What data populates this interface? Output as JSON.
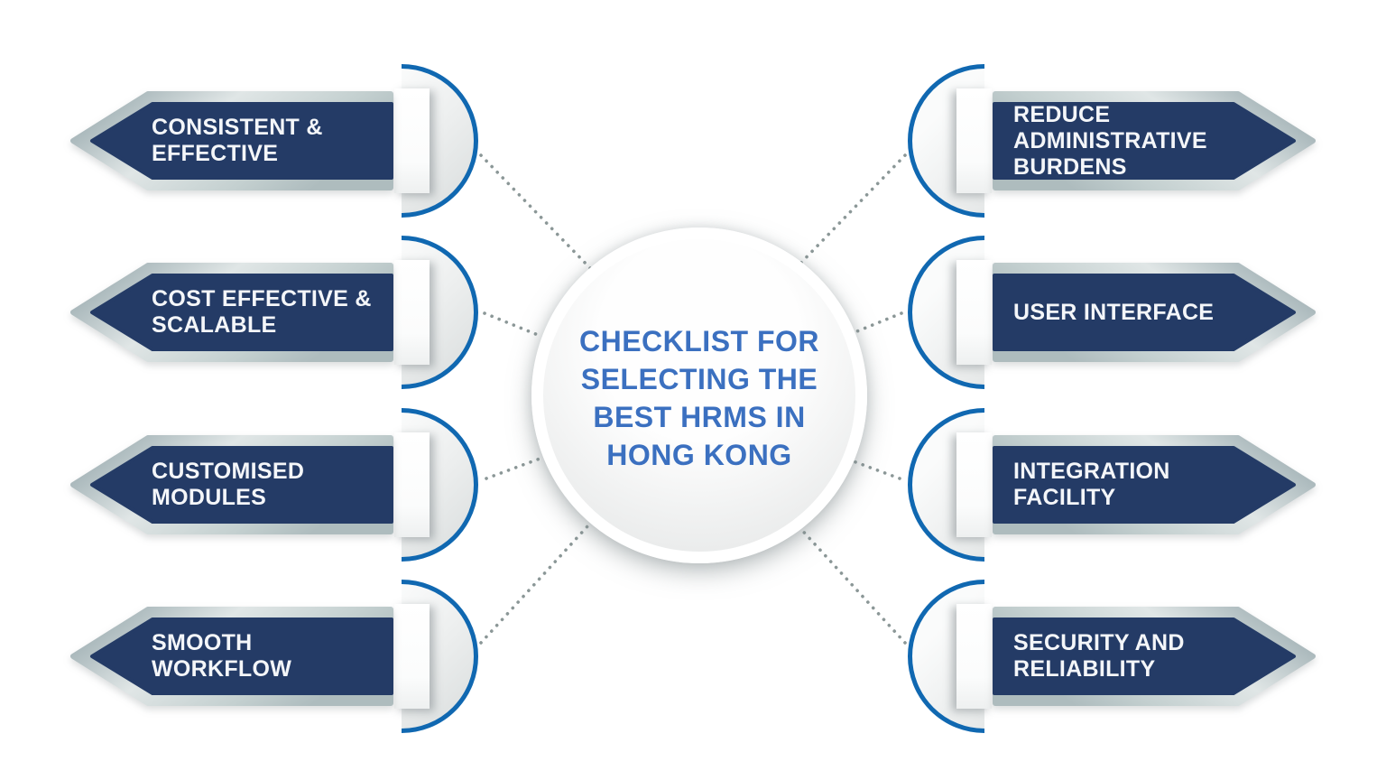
{
  "diagram": {
    "center": {
      "title_lines": [
        "CHECKLIST FOR",
        "SELECTING THE",
        "BEST HRMS IN",
        "HONG KONG"
      ]
    },
    "left_items": [
      {
        "label": "CONSISTENT & EFFECTIVE",
        "lines": [
          "CONSISTENT &",
          "EFFECTIVE"
        ]
      },
      {
        "label": "COST EFFECTIVE & SCALABLE",
        "lines": [
          "COST EFFECTIVE &",
          "SCALABLE"
        ]
      },
      {
        "label": "CUSTOMISED MODULES",
        "lines": [
          "CUSTOMISED",
          "MODULES"
        ]
      },
      {
        "label": "SMOOTH WORKFLOW",
        "lines": [
          "SMOOTH",
          "WORKFLOW"
        ]
      }
    ],
    "right_items": [
      {
        "label": "REDUCE ADMINISTRATIVE BURDENS",
        "lines": [
          "REDUCE",
          "ADMINISTRATIVE",
          "BURDENS"
        ]
      },
      {
        "label": "USER INTERFACE",
        "lines": [
          "USER INTERFACE"
        ]
      },
      {
        "label": "INTEGRATION FACILITY",
        "lines": [
          "INTEGRATION",
          "FACILITY"
        ]
      },
      {
        "label": "SECURITY AND RELIABILITY",
        "lines": [
          "SECURITY AND",
          "RELIABILITY"
        ]
      }
    ],
    "colors": {
      "banner_navy": "#243b66",
      "arc_blue": "#1068b1",
      "silver_dark": "#8da0a5",
      "silver_light": "#e0e6e6",
      "silver_mid": "#aebcbe",
      "dot_gray": "#8b9797",
      "title_blue": "#3b70c0",
      "label_white": "#f4f6f9",
      "background": "#ffffff"
    }
  }
}
